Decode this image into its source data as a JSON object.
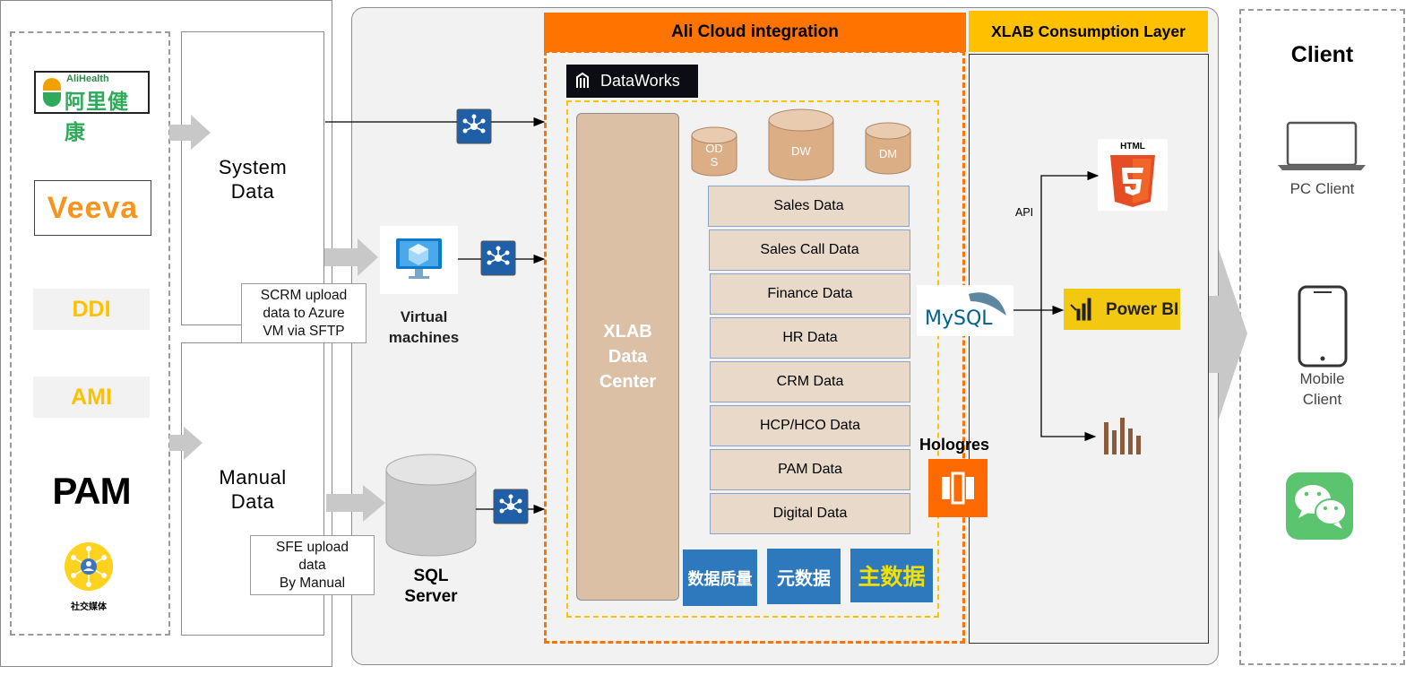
{
  "sources": {
    "alihealth_en": "AliHealth",
    "alihealth_cn": "阿里健康",
    "veeva": "Veeva",
    "ddi": "DDI",
    "ami": "AMI",
    "pam": "PAM",
    "social_media": "社交媒体"
  },
  "columns": {
    "system_data": "System\nData",
    "manual_data": "Manual\nData"
  },
  "notes": {
    "scrm": "SCRM upload\ndata to Azure\nVM via SFTP",
    "sfe": "SFE upload\ndata\nBy Manual"
  },
  "services": {
    "virtual_machines": "Virtual\nmachines",
    "sql_server": "SQL\nServer"
  },
  "ali_cloud": {
    "header": "Ali Cloud integration",
    "dataworks": "DataWorks",
    "data_center": "XLAB\nData\nCenter",
    "layers": [
      "OD\nS",
      "DW",
      "DM"
    ],
    "tiles": [
      "Sales Data",
      "Sales Call Data",
      "Finance Data",
      "HR Data",
      "CRM Data",
      "HCP/HCO Data",
      "PAM Data",
      "Digital Data"
    ],
    "governance": [
      "数据质量",
      "元数据",
      "主数据"
    ]
  },
  "hologres": "Hologres",
  "mysql": "MySQL",
  "consumption": {
    "header": "XLAB Consumption Layer",
    "api": "API",
    "html5": "HTML",
    "powerbi": "Power BI"
  },
  "client": {
    "title": "Client",
    "pc": "PC Client",
    "mobile": "Mobile\nClient"
  },
  "colors": {
    "orange": "#ff7400",
    "yellow": "#ffc000",
    "tan": "#e8d9c9",
    "blue": "#2e79bd",
    "gray_panel": "#f2f2f2"
  }
}
